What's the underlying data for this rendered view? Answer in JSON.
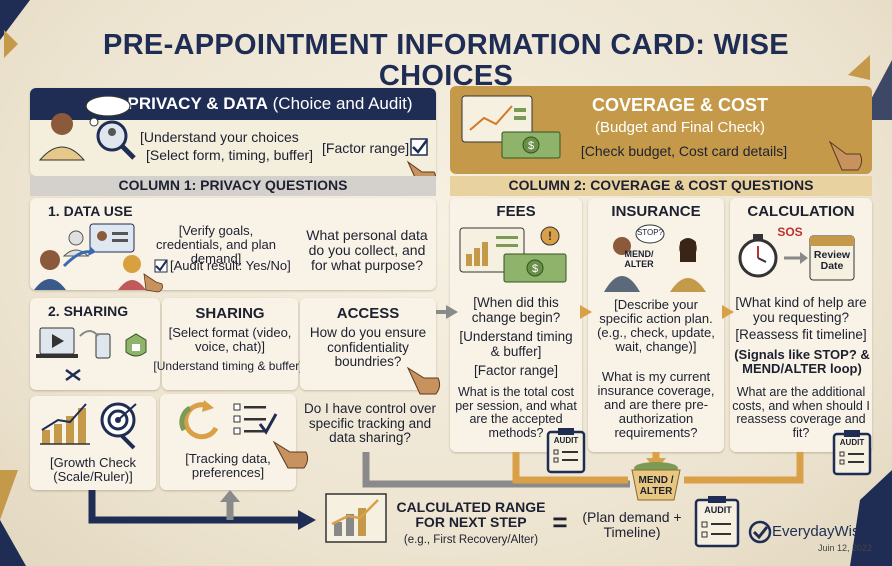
{
  "title": "PRE-APPOINTMENT INFORMATION CARD: WISE CHOICES",
  "privacy": {
    "head_bold": "PRIVACY & DATA",
    "head_rest": "(Choice and Audit)",
    "understand": "[Understand your choices",
    "select": "[Select form, timing, buffer]",
    "factor": "[Factor range]",
    "col_title": "COLUMN 1: PRIVACY QUESTIONS"
  },
  "coverage": {
    "head": "COVERAGE & COST",
    "sub": "(Budget and Final Check)",
    "check": "[Check budget, Cost card details]",
    "col_title": "COLUMN 2: COVERAGE & COST QUESTIONS"
  },
  "data_use": {
    "title": "1. DATA USE",
    "verify": "[Verify goals, credentials, and plan demand]",
    "audit_result": "[Audit result: Yes/No]",
    "question": "What personal data do you collect, and for what purpose?"
  },
  "sharing1": {
    "title": "2. SHARING"
  },
  "sharing2": {
    "title": "SHARING",
    "select_format": "[Select format (video, voice, chat)]",
    "timing": "[Understand timing & buffer]"
  },
  "access": {
    "title": "ACCESS",
    "question": "How do you ensure confidentiality boundries?",
    "control": "Do I have control over specific tracking and data sharing?"
  },
  "growth": {
    "label": "[Growth Check (Scale/Ruler)]"
  },
  "tracking": {
    "label": "[Tracking data, preferences]"
  },
  "fees": {
    "title": "FEES",
    "when": "[When did this change begin?",
    "understand": "[Understand timing & buffer]",
    "factor": "[Factor range]",
    "question": "What is the total cost per session, and what are the accepted methods?"
  },
  "insurance": {
    "title": "INSURANCE",
    "stop": "STOP?",
    "mend": "MEND/ ALTER",
    "describe": "[Describe your specific action plan. (e.g., check, update, wait, change)]",
    "question": "What is my current insurance coverage, and are there pre-authorization requirements?"
  },
  "calculation": {
    "title": "CALCULATION",
    "sos": "SOS",
    "review": "Review Date",
    "kind": "[What kind of help are you requesting?",
    "reassess": "[Reassess fit timeline]",
    "signals": "(Signals like STOP? & MEND/ALTER loop)",
    "question": "What are the additional costs, and when should I reassess coverage and fit?"
  },
  "audit": "AUDIT",
  "mend_alter": "MEND / ALTER",
  "bottom": {
    "calc_range": "CALCULATED RANGE FOR NEXT STEP",
    "example": "(e.g., First Recovery/Alter)",
    "equals": "=",
    "result": "(Plan demand + Timeline)"
  },
  "brand": {
    "name": "EverydayWise",
    "date": "Juin 12, 2022"
  },
  "colors": {
    "navy": "#1f2d54",
    "gold": "#c49a4a",
    "cream": "#f8f3e6",
    "green": "#7a9a55",
    "orange": "#d9a048"
  }
}
